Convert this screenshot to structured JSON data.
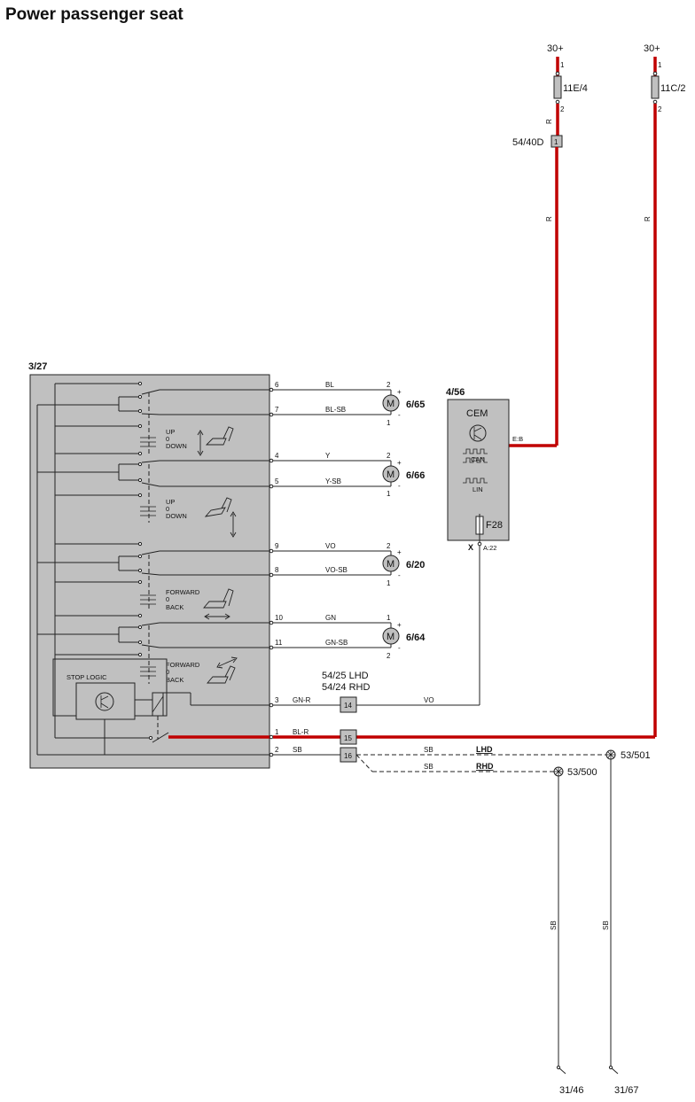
{
  "title": "Power passenger seat",
  "power": {
    "left_supply": "30+",
    "right_supply": "30+",
    "fuse_left": "11E/4",
    "fuse_right": "11C/2",
    "fuse_pin_1": "1",
    "fuse_pin_2": "2",
    "connector_54_40d": "54/40D",
    "connector_54_40d_pin": "1",
    "wire_color_r": "R"
  },
  "switch_unit": {
    "id": "3/27",
    "stop_logic": "STOP LOGIC",
    "switches": [
      {
        "line1": "UP",
        "line2": "0",
        "line3": "DOWN"
      },
      {
        "line1": "UP",
        "line2": "0",
        "line3": "DOWN"
      },
      {
        "line1": "FORWARD",
        "line2": "0",
        "line3": "BACK"
      },
      {
        "line1": "FORWARD",
        "line2": "0",
        "line3": "BACK"
      }
    ]
  },
  "wires": [
    {
      "pin": "6",
      "color": "BL"
    },
    {
      "pin": "7",
      "color": "BL-SB"
    },
    {
      "pin": "4",
      "color": "Y"
    },
    {
      "pin": "5",
      "color": "Y-SB"
    },
    {
      "pin": "9",
      "color": "VO"
    },
    {
      "pin": "8",
      "color": "VO-SB"
    },
    {
      "pin": "10",
      "color": "GN"
    },
    {
      "pin": "11",
      "color": "GN-SB"
    },
    {
      "pin": "3",
      "color": "GN-R"
    },
    {
      "pin": "1",
      "color": "BL-R"
    },
    {
      "pin": "2",
      "color": "SB"
    }
  ],
  "motors": [
    {
      "id": "6/65",
      "top_pin": "2",
      "bottom_pin": "1",
      "top_sign": "+",
      "bottom_sign": "-"
    },
    {
      "id": "6/66",
      "top_pin": "2",
      "bottom_pin": "1",
      "top_sign": "+",
      "bottom_sign": "-"
    },
    {
      "id": "6/20",
      "top_pin": "2",
      "bottom_pin": "1",
      "top_sign": "+",
      "bottom_sign": "-"
    },
    {
      "id": "6/64",
      "top_pin": "1",
      "bottom_pin": "2",
      "top_sign": "+",
      "bottom_sign": "-"
    }
  ],
  "cem": {
    "id": "4/56",
    "name": "CEM",
    "can": "CAN",
    "lin": "LIN",
    "fuse": "F28",
    "pin_eb": "E:B",
    "pin_x": "X",
    "pin_a22": "A:22"
  },
  "junction": {
    "lhd": "54/25 LHD",
    "rhd": "54/24 RHD",
    "pins": [
      "14",
      "15",
      "16"
    ],
    "wire_vo": "VO",
    "wire_sb_1": "SB",
    "wire_sb_2": "SB",
    "lhd_label": "LHD",
    "rhd_label": "RHD"
  },
  "grounds": {
    "gp_501": "53/501",
    "gp_500": "53/500",
    "wire_sb_left": "SB",
    "wire_sb_right": "SB",
    "end_left": "31/46",
    "end_right": "31/67"
  },
  "colors": {
    "power_wire": "#c00000",
    "component_fill": "#c0c0c0"
  }
}
